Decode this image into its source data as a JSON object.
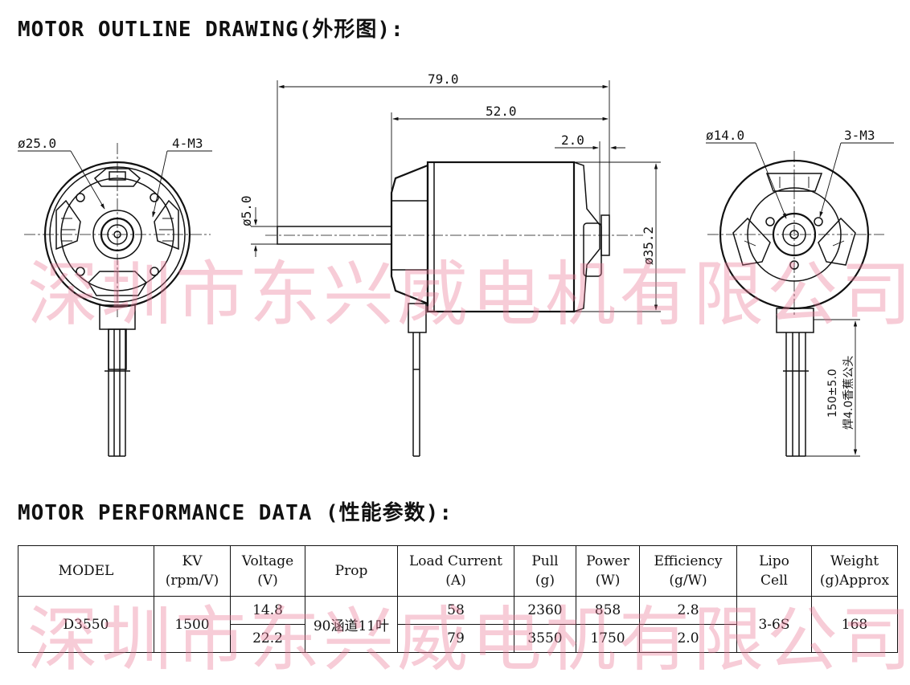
{
  "outline_heading": "MOTOR OUTLINE DRAWING(外形图):",
  "performance_heading": "MOTOR PERFORMANCE DATA (性能参数):",
  "dimensions": {
    "left_diameter": "ø25.0",
    "left_screws": "4-M3",
    "overall_length": "79.0",
    "body_length": "52.0",
    "shaft_offset": "2.0",
    "shaft_diameter": "ø5.0",
    "body_diameter": "ø35.2",
    "right_diameter": "ø14.0",
    "right_screws": "3-M3",
    "lead_length": "150±5.0",
    "lead_note": "焊4.0香蕉公头"
  },
  "table": {
    "headers": {
      "model": "MODEL",
      "kv": "KV",
      "kv_unit": "(rpm/V)",
      "voltage": "Voltage",
      "voltage_unit": "(V)",
      "prop": "Prop",
      "current": "Load Current",
      "current_unit": "(A)",
      "pull": "Pull",
      "pull_unit": "(g)",
      "power": "Power",
      "power_unit": "(W)",
      "efficiency": "Efficiency",
      "efficiency_unit": "(g/W)",
      "lipo": "Lipo",
      "lipo_unit": "Cell",
      "weight": "Weight",
      "weight_unit": "(g)Approx"
    },
    "model": "D3550",
    "kv": "1500",
    "prop": "90涵道11叶",
    "lipo": "3-6S",
    "weight": "168",
    "rows": [
      {
        "voltage": "14.8",
        "current": "58",
        "pull": "2360",
        "power": "858",
        "efficiency": "2.8"
      },
      {
        "voltage": "22.2",
        "current": "79",
        "pull": "3550",
        "power": "1750",
        "efficiency": "2.0"
      }
    ]
  },
  "watermark": "深圳市东兴威电机有限公司"
}
